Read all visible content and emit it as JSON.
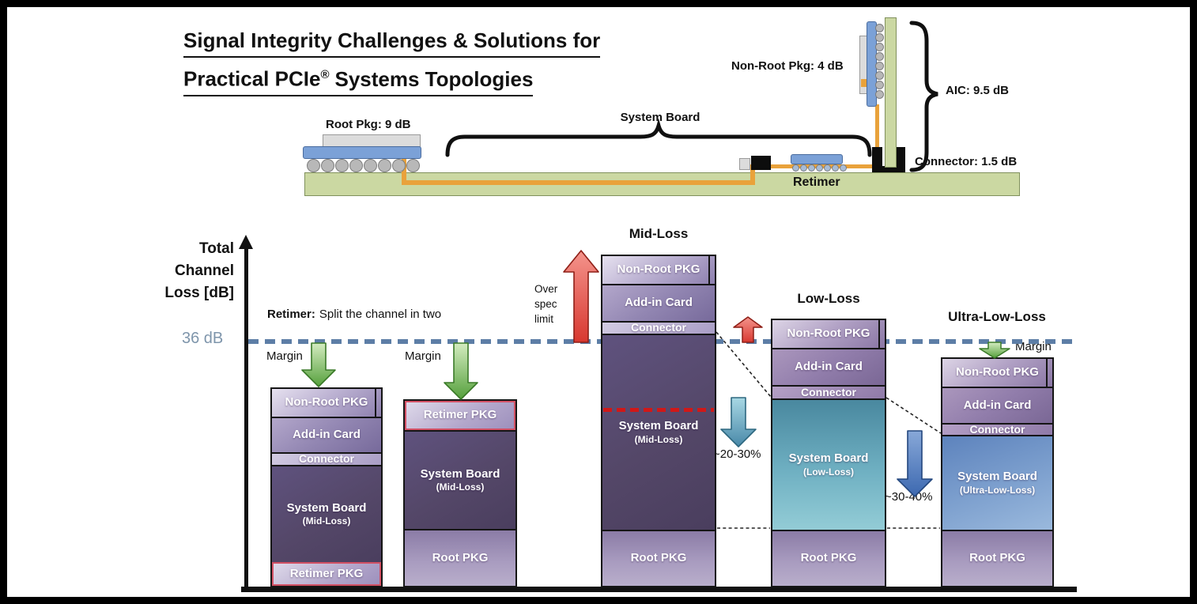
{
  "title": {
    "line1": "Signal Integrity Challenges & Solutions for",
    "line2_pre": "Practical PCIe",
    "line2_sup": "®",
    "line2_post": "Systems Topologies"
  },
  "topology": {
    "root_pkg_label": "Root Pkg: 9 dB",
    "system_board_label": "System Board",
    "retimer_label": "Retimer",
    "non_root_pkg_label": "Non-Root Pkg: 4 dB",
    "aic_label": "AIC:  9.5 dB",
    "connector_label": "Connector: 1.5 dB"
  },
  "chart": {
    "axis_title": {
      "l1": "Total",
      "l2": "Channel",
      "l3": "Loss [dB]"
    },
    "spec_label": "36 dB",
    "note": {
      "bold": "Retimer:",
      "rest": "Split the channel in two"
    },
    "annotations": {
      "margin_left": "Margin",
      "margin_mid": "Margin",
      "margin_right": "Margin",
      "over_spec_l1": "Over",
      "over_spec_l2": "spec",
      "over_spec_l3": "limit",
      "reduction_low": "~20-30%",
      "reduction_ultra": "~30-40%"
    }
  },
  "chart_data": {
    "type": "bar",
    "stacked": true,
    "ylabel": "Total Channel Loss [dB]",
    "unit": "dB",
    "spec_limit_db": 36,
    "legend": "none",
    "grid": false,
    "categories": [
      "retimer-split-card-half",
      "retimer-split-root-half",
      "Mid-Loss",
      "Low-Loss",
      "Ultra-Low-Loss"
    ],
    "bars": [
      {
        "name": "",
        "segments": [
          {
            "label": "Non-Root PKG",
            "approx_db": 4
          },
          {
            "label": "Add-in Card",
            "approx_db": 5
          },
          {
            "label": "Connector",
            "approx_db": 2
          },
          {
            "label": "System Board",
            "sublabel": "(Mid-Loss)",
            "approx_db": 14
          },
          {
            "label": "Retimer PKG",
            "approx_db": 4
          }
        ]
      },
      {
        "name": "",
        "segments": [
          {
            "label": "Retimer PKG",
            "approx_db": 4.5
          },
          {
            "label": "System Board",
            "sublabel": "(Mid-Loss)",
            "approx_db": 14.5
          },
          {
            "label": "Root PKG",
            "approx_db": 8.5
          }
        ]
      },
      {
        "name": "Mid-Loss",
        "segments": [
          {
            "label": "Non-Root PKG",
            "approx_db": 4
          },
          {
            "label": "Add-in Card",
            "approx_db": 5.5
          },
          {
            "label": "Connector",
            "approx_db": 2
          },
          {
            "label": "System Board",
            "sublabel": "(Mid-Loss)",
            "approx_db": 28.5
          },
          {
            "label": "Root PKG",
            "approx_db": 8.5
          }
        ]
      },
      {
        "name": "Low-Loss",
        "segments": [
          {
            "label": "Non-Root PKG",
            "approx_db": 4
          },
          {
            "label": "Add-in Card",
            "approx_db": 5.5
          },
          {
            "label": "Connector",
            "approx_db": 2
          },
          {
            "label": "System Board",
            "sublabel": "(Low-Loss)",
            "approx_db": 19
          },
          {
            "label": "Root PKG",
            "approx_db": 8.5
          }
        ]
      },
      {
        "name": "Ultra-Low-Loss",
        "segments": [
          {
            "label": "Non-Root PKG",
            "approx_db": 4
          },
          {
            "label": "Add-in Card",
            "approx_db": 5.5
          },
          {
            "label": "Connector",
            "approx_db": 1.5
          },
          {
            "label": "System Board",
            "sublabel": "(Ultra-Low-Loss)",
            "approx_db": 14
          },
          {
            "label": "Root PKG",
            "approx_db": 8.5
          }
        ]
      }
    ],
    "annotations": [
      "Retimer: Split the channel in two",
      "Margin (down arrows on retimer-split bars and Ultra-Low-Loss bar)",
      "Over spec limit (up arrow on Mid-Loss bar)",
      "~20-30% reduction Mid-Loss to Low-Loss",
      "~30-40% reduction Low-Loss to Ultra-Low-Loss"
    ]
  },
  "colors": {
    "spec_line": "#5d7ea6",
    "spec_label": "#7e95ab",
    "board_green": "#cbd8a2",
    "package_blue": "#7ba1d7",
    "trace_orange": "#e9a23b",
    "system_board_mid": "#544768",
    "system_board_low": "#6fb0c2",
    "system_board_ultra": "#7b9ecd",
    "root_pkg": "#a89bbf",
    "retimer_pkg_border": "#d25064",
    "margin_arrow_green": "#55a03c",
    "over_spec_red": "#d83830",
    "reduction_teal": "#4888a8",
    "reduction_blue": "#3c68b0",
    "red_dashed_line": "#d01818"
  }
}
